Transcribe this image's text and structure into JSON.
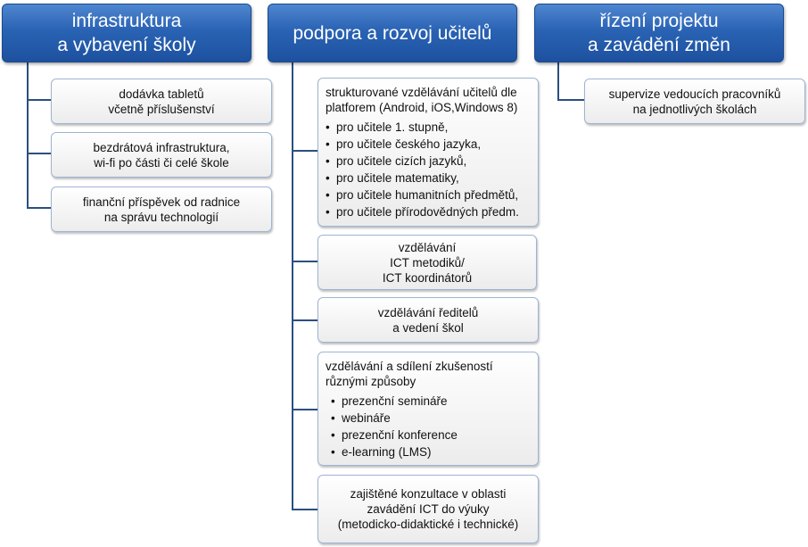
{
  "columns": [
    {
      "header": [
        "infrastruktura",
        "a vybavení školy"
      ],
      "items": [
        {
          "lines": [
            "dodávka tabletů",
            "včetně příslušenství"
          ]
        },
        {
          "lines": [
            "bezdrátová infrastruktura,",
            "wi-fi po části či celé škole"
          ]
        },
        {
          "lines": [
            "finanční příspěvek od radnice",
            "na správu technologií"
          ]
        }
      ]
    },
    {
      "header": [
        "podpora a rozvoj učitelů"
      ],
      "items": [
        {
          "lines": [
            "strukturované vzdělávání učitelů dle",
            "platforem (Android, iOS,Windows 8)"
          ],
          "bullets": [
            "pro učitele 1. stupně,",
            "pro učitele českého jazyka,",
            "pro učitele cizích jazyků,",
            "pro učitele matematiky,",
            "pro učitele humanitních předmětů,",
            "pro učitele přírodovědných předm."
          ]
        },
        {
          "lines": [
            "vzdělávání",
            "ICT metodiků/",
            "ICT koordinátorů"
          ]
        },
        {
          "lines": [
            "vzdělávání ředitelů",
            "a vedení škol"
          ]
        },
        {
          "lines": [
            "vzdělávání a sdílení zkušeností",
            "různými způsoby"
          ],
          "bullets": [
            "prezenční semináře",
            "webináře",
            "prezenční konference",
            "e-learning (LMS)"
          ]
        },
        {
          "lines": [
            "zajištěné konzultace v oblasti",
            "zavádění ICT do výuky",
            "(metodicko-didaktické i technické)"
          ]
        }
      ]
    },
    {
      "header": [
        "řízení projektu",
        "a zavádění změn"
      ],
      "items": [
        {
          "lines": [
            "supervize vedoucích pracovníků",
            "na jednotlivých školách"
          ]
        }
      ]
    }
  ]
}
